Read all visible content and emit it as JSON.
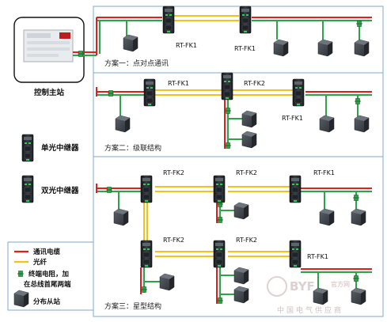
{
  "main_station": {
    "title": "控制主站"
  },
  "legend_devices": {
    "single": "单光中继器",
    "double": "双光中继器"
  },
  "legend": {
    "cable": "通讯电缆",
    "fiber": "光纤",
    "terminator_line1": "终端电阻，加",
    "terminator_line2": "在总线首尾两端",
    "slave": "分布从站"
  },
  "scheme1": {
    "title": "方案一：点对点通讯",
    "repeater_left": "RT-FK1",
    "repeater_right": "RT-FK1"
  },
  "scheme2": {
    "title": "方案二：级联结构",
    "repeater_1": "RT-FK1",
    "repeater_2": "RT-FK2",
    "repeater_3": "RT-FK1"
  },
  "scheme3": {
    "title": "方案三：星型结构",
    "top_1": "RT-FK2",
    "top_2": "RT-FK2",
    "top_3": "RT-FK1",
    "bottom_1": "RT-FK2",
    "bottom_2": "RT-FK2",
    "bottom_3": "RT-FK1"
  },
  "watermark": {
    "logo": "BYF",
    "sub": "官方网",
    "line": "中国电气供应商"
  },
  "colors": {
    "cable": "#e0201c",
    "fiber": "#f2c21a",
    "bus": "#2ea34a",
    "panel_border": "#7fa9cf",
    "terminator": "#1e7a3a",
    "device": "#2a2e33"
  }
}
